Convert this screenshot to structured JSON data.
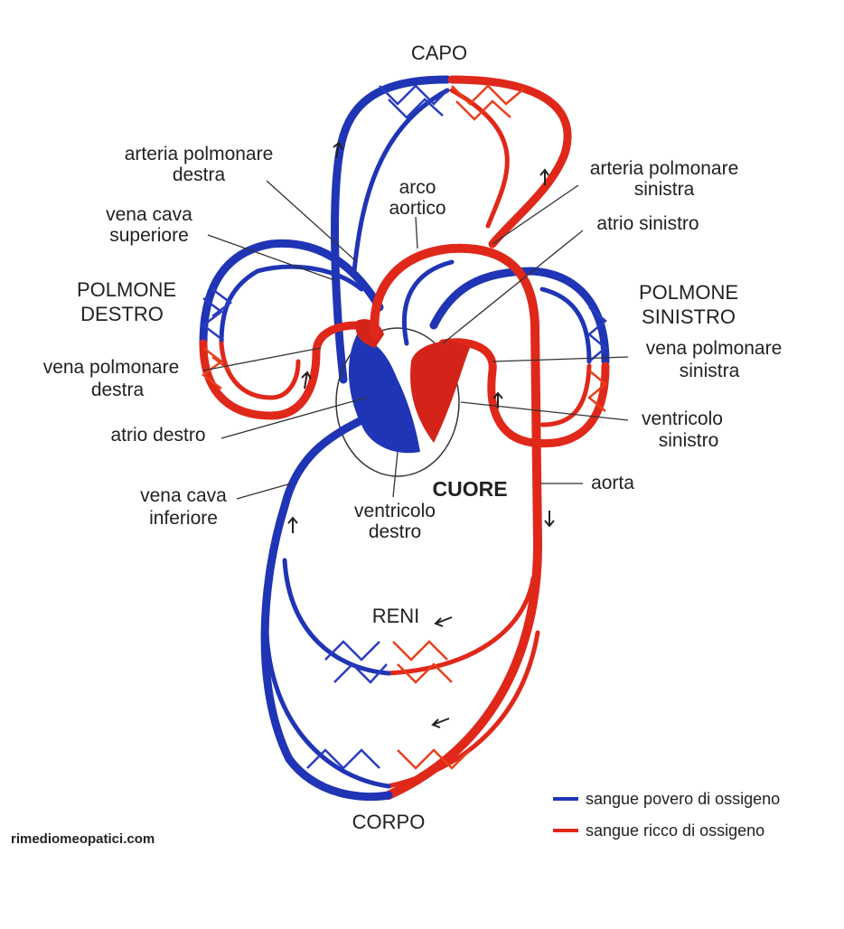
{
  "regions": {
    "head": "CAPO",
    "right_lung": [
      "POLMONE",
      "DESTRO"
    ],
    "left_lung": [
      "POLMONE",
      "SINISTRO"
    ],
    "heart": "CUORE",
    "kidneys": "RENI",
    "body": "CORPO"
  },
  "labels": {
    "right_pulmonary_artery": [
      "arteria polmonare",
      "destra"
    ],
    "left_pulmonary_artery": [
      "arteria polmonare",
      "sinistra"
    ],
    "aortic_arch": [
      "arco",
      "aortico"
    ],
    "superior_vena_cava": [
      "vena cava",
      "superiore"
    ],
    "left_atrium": "atrio sinistro",
    "right_pulmonary_vein": [
      "vena polmonare",
      "destra"
    ],
    "left_pulmonary_vein": [
      "vena polmonare",
      "sinistra"
    ],
    "right_atrium": "atrio  destro",
    "left_ventricle": [
      "ventricolo",
      "sinistro"
    ],
    "inferior_vena_cava": [
      "vena cava",
      "inferiore"
    ],
    "aorta": "aorta",
    "right_ventricle": [
      "ventricolo",
      "destro"
    ]
  },
  "legend": [
    {
      "label": "sangue povero di ossigeno",
      "color": "#1f35b5"
    },
    {
      "label": "sangue ricco di ossigeno",
      "color": "#e0281a"
    }
  ],
  "source": "rimediomeopatici.com",
  "colors": {
    "deoxygenated": "#1f35b5",
    "oxygenated": "#e0281a",
    "capillary_light": "#f6e27a"
  }
}
